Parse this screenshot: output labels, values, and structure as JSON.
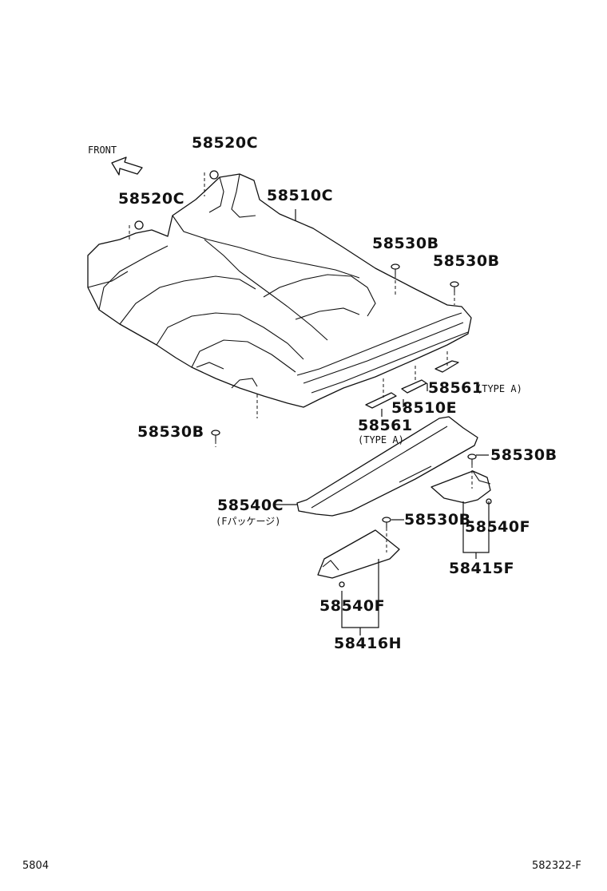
{
  "front_label": "FRONT",
  "labels": {
    "p58520c_top": "58520C",
    "p58520c_left": "58520C",
    "p58510c": "58510C",
    "p58530b_a": "58530B",
    "p58530b_b": "58530B",
    "p58561_right": "58561",
    "p58561_right_note": "(TYPE A)",
    "p58510e": "58510E",
    "p58561_left": "58561",
    "p58561_left_note": "(TYPE A)",
    "p58530b_left": "58530B",
    "p58530b_right": "58530B",
    "p58540c": "58540C",
    "p58540c_note": "(Fパッケージ)",
    "p58530b_mid": "58530B",
    "p58540f_right": "58540F",
    "p58415f": "58415F",
    "p58540f_left": "58540F",
    "p58416h": "58416H"
  },
  "footer": {
    "left_code": "5804",
    "right_code": "582322-F"
  }
}
